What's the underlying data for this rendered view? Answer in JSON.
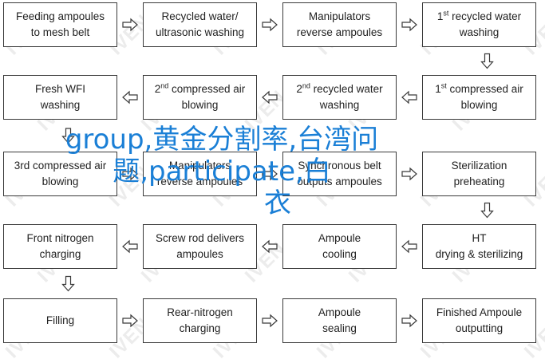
{
  "watermark": "IVEN",
  "colors": {
    "border": "#3a3a3a",
    "overlay_text": "#1a7fd6",
    "watermark": "#ececec"
  },
  "steps": [
    {
      "lines": [
        "Feeding ampoules",
        "to mesh belt"
      ]
    },
    {
      "lines": [
        "Recycled water/",
        "ultrasonic washing"
      ]
    },
    {
      "lines": [
        "Manipulators",
        "reverse ampoules"
      ]
    },
    {
      "ord": "1",
      "sup": "st",
      "lines": [
        " recycled water",
        "washing"
      ]
    },
    {
      "ord": "1",
      "sup": "st",
      "lines": [
        " compressed air",
        "blowing"
      ]
    },
    {
      "ord": "2",
      "sup": "nd",
      "lines": [
        " recycled water",
        "washing"
      ]
    },
    {
      "ord": "2",
      "sup": "nd",
      "lines": [
        " compressed air",
        "blowing"
      ]
    },
    {
      "lines": [
        "Fresh WFI",
        "washing"
      ]
    },
    {
      "lines": [
        "3rd compressed air",
        "blowing"
      ]
    },
    {
      "lines": [
        "Manipulators",
        "reverse ampoules"
      ]
    },
    {
      "lines": [
        "Synchronous belt",
        "outputs ampoules"
      ]
    },
    {
      "lines": [
        "Sterilization",
        "preheating"
      ]
    },
    {
      "lines": [
        "HT",
        "drying & sterilizing"
      ]
    },
    {
      "lines": [
        "Ampoule",
        "cooling"
      ]
    },
    {
      "lines": [
        "Screw rod delivers",
        "ampoules"
      ]
    },
    {
      "lines": [
        "Front nitrogen",
        "charging"
      ]
    },
    {
      "lines": [
        "Filling"
      ]
    },
    {
      "lines": [
        "Rear-nitrogen",
        "charging"
      ]
    },
    {
      "lines": [
        "Ampoule",
        "sealing"
      ]
    },
    {
      "lines": [
        "Finished Ampoule",
        "outputting"
      ]
    }
  ],
  "overlay": {
    "line1": "group,黄金分割率,台湾问",
    "line2": "题,participate,白",
    "line3": "衣"
  }
}
